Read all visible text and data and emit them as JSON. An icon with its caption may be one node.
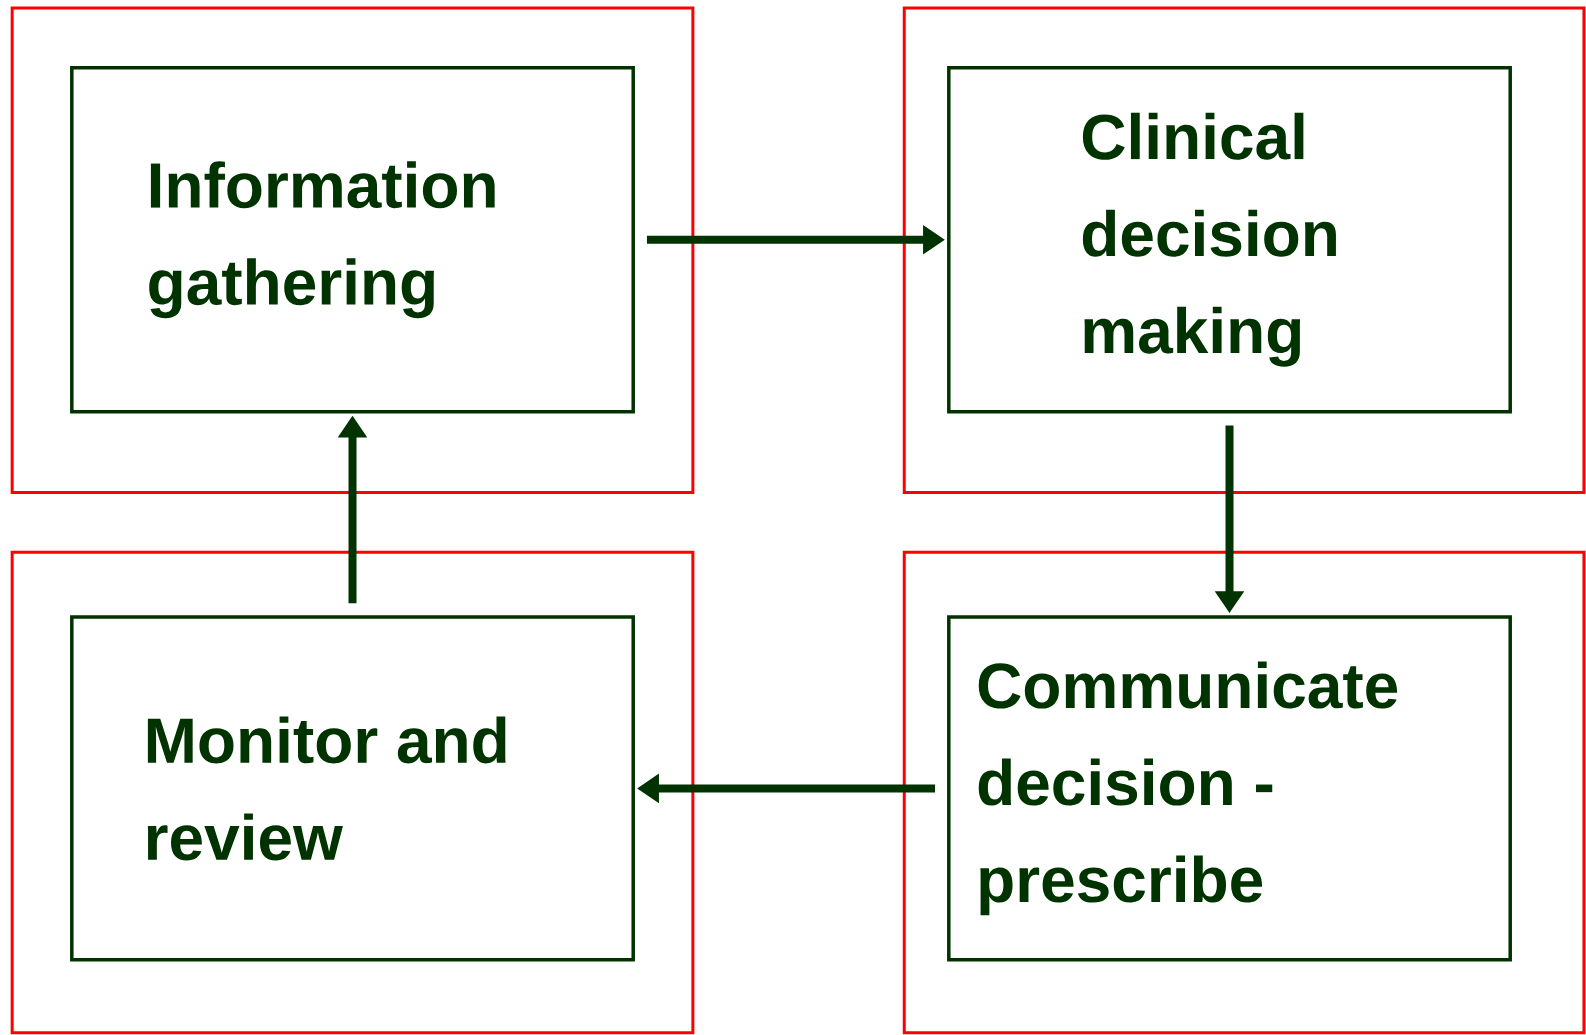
{
  "diagram": {
    "nodes": [
      {
        "text": [],
        "shape": "box"
      },
      {
        "text": [
          "Information gathering"
        ],
        "in": 0
      },
      {
        "text": [],
        "shape": "box"
      },
      {
        "text": [
          "Clinical decision making"
        ],
        "in": 2
      },
      {
        "text": [],
        "shape": "box"
      },
      {
        "text": [
          "Monitor and review"
        ],
        "in": 4
      },
      {
        "text": [],
        "shape": "box"
      },
      {
        "text": [
          "Communicate decision - prescribe"
        ],
        "in": 6
      }
    ],
    "edges": [
      {
        "from": 1,
        "to": 3,
        "arrow": "to"
      },
      {
        "from": 3,
        "to": 7,
        "arrow": "to"
      },
      {
        "from": 7,
        "to": 5,
        "arrow": "to"
      },
      {
        "from": 5,
        "to": 1,
        "arrow": "to"
      }
    ]
  }
}
